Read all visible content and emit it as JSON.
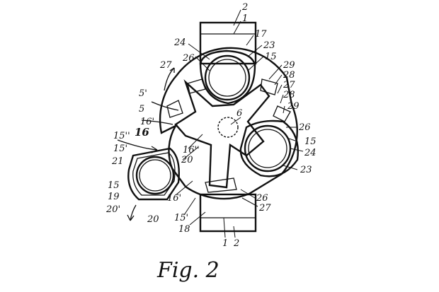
{
  "figure": {
    "caption": "Fig. 2"
  },
  "reference_numerals": {
    "n2_top": "2",
    "n1_top": "1",
    "n17": "17",
    "n24_top": "24",
    "n23_top": "23",
    "n26_top": "26",
    "n15_top": "15",
    "n29_a": "29",
    "n28_a": "28",
    "n27_left": "27",
    "n27_right": "27",
    "n28_b": "28",
    "n29_b": "29",
    "n5p": "5'",
    "n5": "5",
    "n16p_left": "16'",
    "n16_bold": "16",
    "n6": "6",
    "n26_right": "26",
    "n15_right": "15",
    "n24_right": "24",
    "n23_right": "23",
    "n15pp": "15''",
    "n15p_a": "15'",
    "n21": "21",
    "n15_left": "15",
    "n19": "19",
    "n20p": "20'",
    "n20_mid": "20",
    "n16pp": "16''",
    "n20_bottom": "20",
    "n16p_bottom": "16'",
    "n15p_bottom": "15'",
    "n18": "18",
    "n26_bottom": "26",
    "n27_bottom": "27",
    "n1_bottom": "1",
    "n2_bottom": "2"
  }
}
